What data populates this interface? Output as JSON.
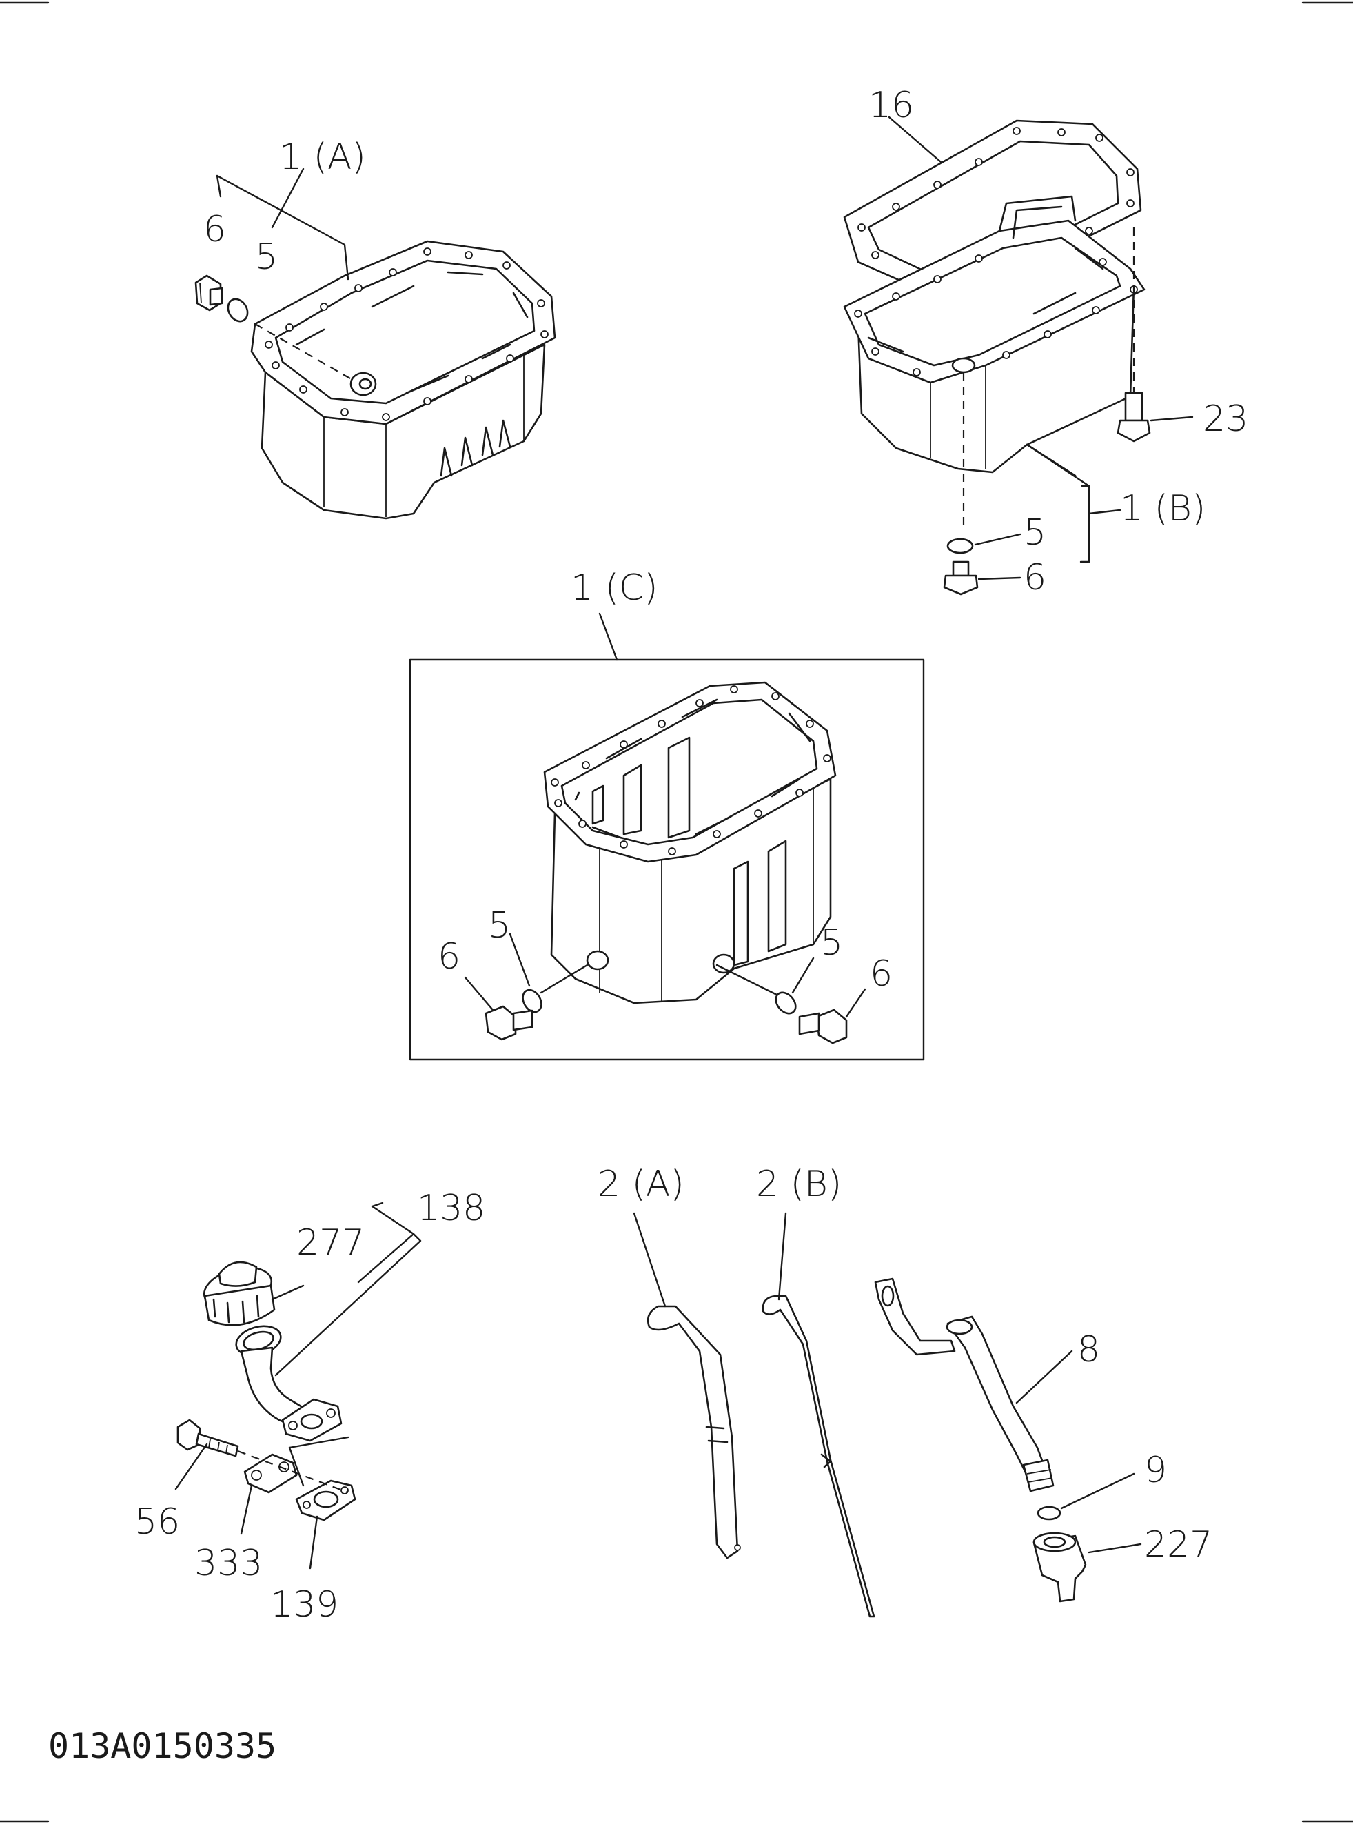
{
  "diagram_code": "013A0150335",
  "labels": {
    "oil_pan_a": "1 (A)",
    "oil_pan_b": "1 (B)",
    "oil_pan_c": "1 (C)",
    "gasket": "16",
    "bolt_23": "23",
    "oring_5": "5",
    "plug_6": "6",
    "dipstick_a": "2 (A)",
    "dipstick_b": "2 (B)",
    "filler_assy": "138",
    "cap": "277",
    "bolt_56": "56",
    "plate_333": "333",
    "gasket_139": "139",
    "guide_tube": "8",
    "oring_9": "9",
    "adapter_227": "227"
  },
  "colors": {
    "line": "#1a1a1a",
    "background": "#ffffff"
  }
}
